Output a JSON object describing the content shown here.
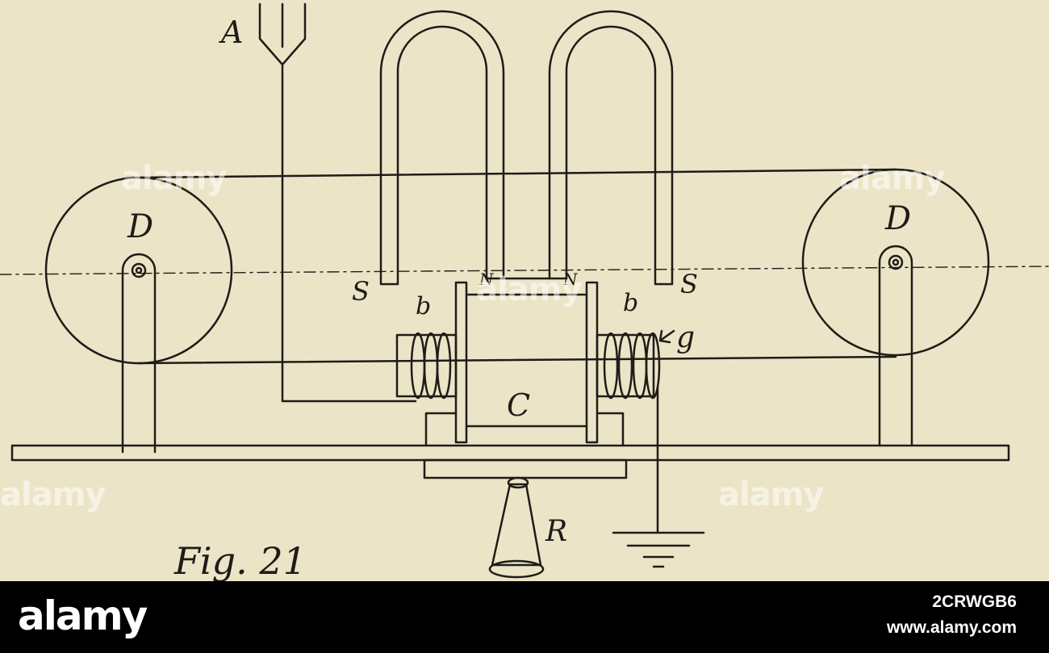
{
  "figure": {
    "caption": "Fig. 21",
    "labels": {
      "antenna": "A",
      "left_drum": "D",
      "right_drum": "D",
      "south_left": "S",
      "south_right": "S",
      "north_left": "N",
      "north_right": "N",
      "coil_left": "b",
      "coil_right": "b",
      "coil_pointer": "g",
      "core": "C",
      "receiver": "R"
    }
  },
  "watermarks": [
    "alamy",
    "alamy",
    "alamy",
    "alamy",
    "alamy"
  ],
  "stock_bar": {
    "logo": "alamy",
    "image_id": "2CRWGB6",
    "url": "www.alamy.com"
  },
  "colors": {
    "paper": "#ece4c6",
    "ink": "#1e1c18",
    "bar": "#000000"
  }
}
